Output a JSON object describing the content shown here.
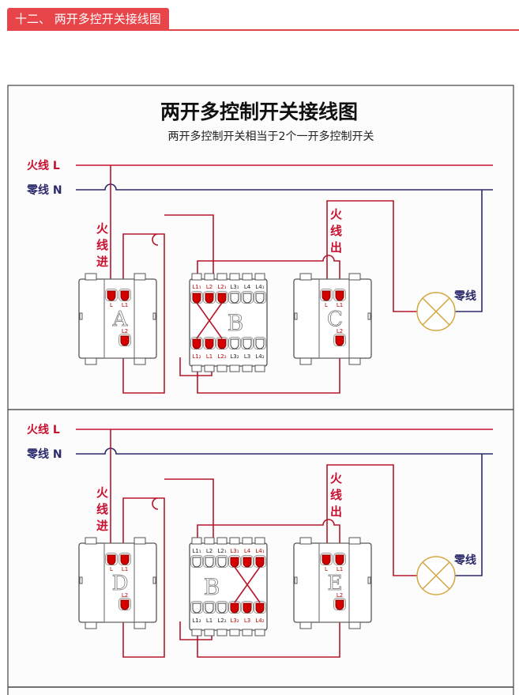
{
  "header": {
    "title": "十二、 两开多控开关接线图"
  },
  "diagram": {
    "title": "两开多控制开关接线图",
    "subtitle": "两开多控制开关相当于2个一开多控制开关",
    "live_label": "火线",
    "live_letter": "L",
    "neutral_label": "零线",
    "neutral_letter": "N",
    "live_in": [
      "火",
      "线",
      "进"
    ],
    "live_out": [
      "火",
      "线",
      "出"
    ],
    "lamp_neutral": "零线",
    "colors": {
      "live": "#c8102e",
      "neutral": "#2b2a6b",
      "terminal": "#d40000",
      "lamp": "#d4a640"
    },
    "panels": [
      {
        "switches": [
          {
            "letter": "A",
            "labels": [
              "L",
              "L1",
              "L2"
            ]
          },
          {
            "letter": "B",
            "top_labels": [
              "L1₁",
              "L2",
              "L2₁",
              "L3₁",
              "L4",
              "L4₁"
            ],
            "bottom_labels": [
              "L1₂",
              "L1",
              "L2₂",
              "L3₂",
              "L3",
              "L4₂"
            ],
            "active": "left"
          },
          {
            "letter": "C",
            "labels": [
              "L",
              "L1",
              "L2"
            ]
          }
        ]
      },
      {
        "switches": [
          {
            "letter": "D",
            "labels": [
              "L",
              "L1",
              "L2"
            ]
          },
          {
            "letter": "B",
            "top_labels": [
              "L1₁",
              "L2",
              "L2₁",
              "L3₁",
              "L4",
              "L4₁"
            ],
            "bottom_labels": [
              "L1₂",
              "L1",
              "L2₂",
              "L3₂",
              "L3",
              "L4₂"
            ],
            "active": "right"
          },
          {
            "letter": "E",
            "labels": [
              "L",
              "L1",
              "L2"
            ]
          }
        ]
      }
    ]
  }
}
